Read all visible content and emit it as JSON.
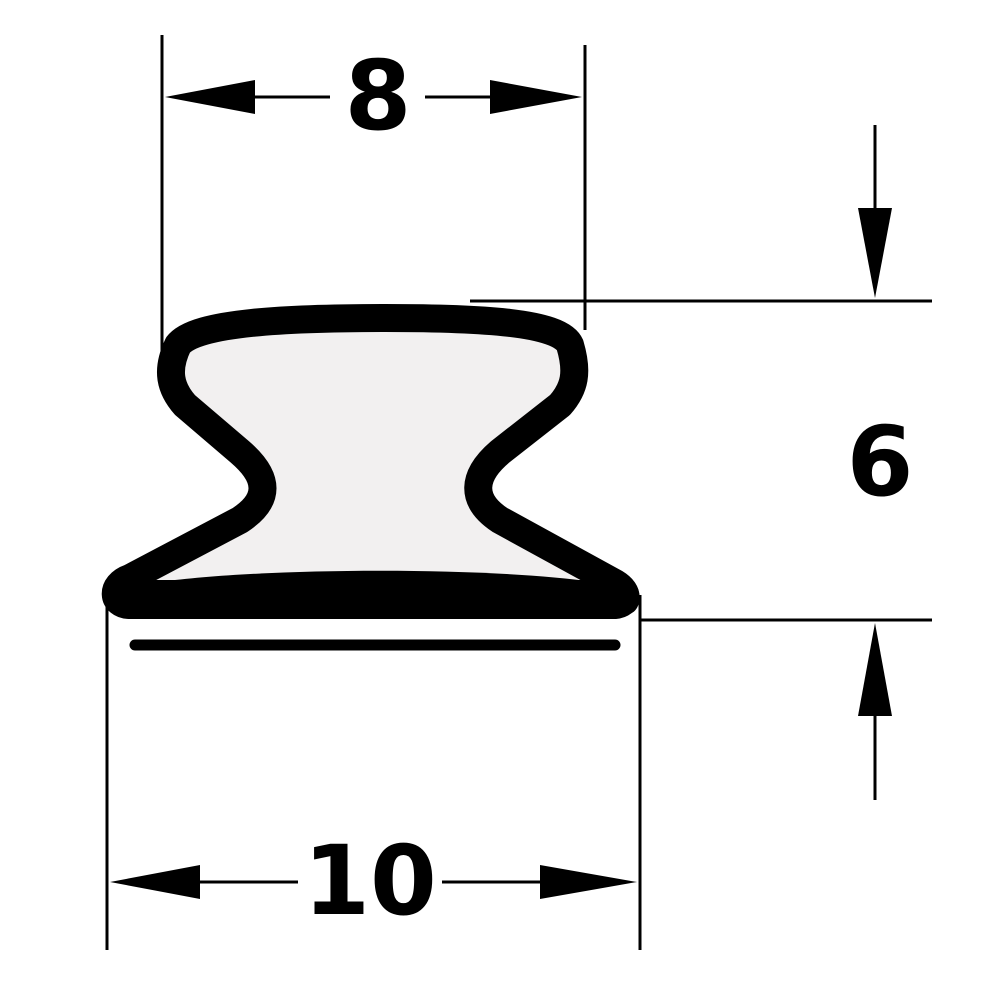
{
  "dimensions": {
    "top_width": "8",
    "height": "6",
    "bottom_width": "10"
  },
  "colors": {
    "line": "#000000",
    "profile_fill": "#f2f0f0",
    "background": "#ffffff"
  }
}
